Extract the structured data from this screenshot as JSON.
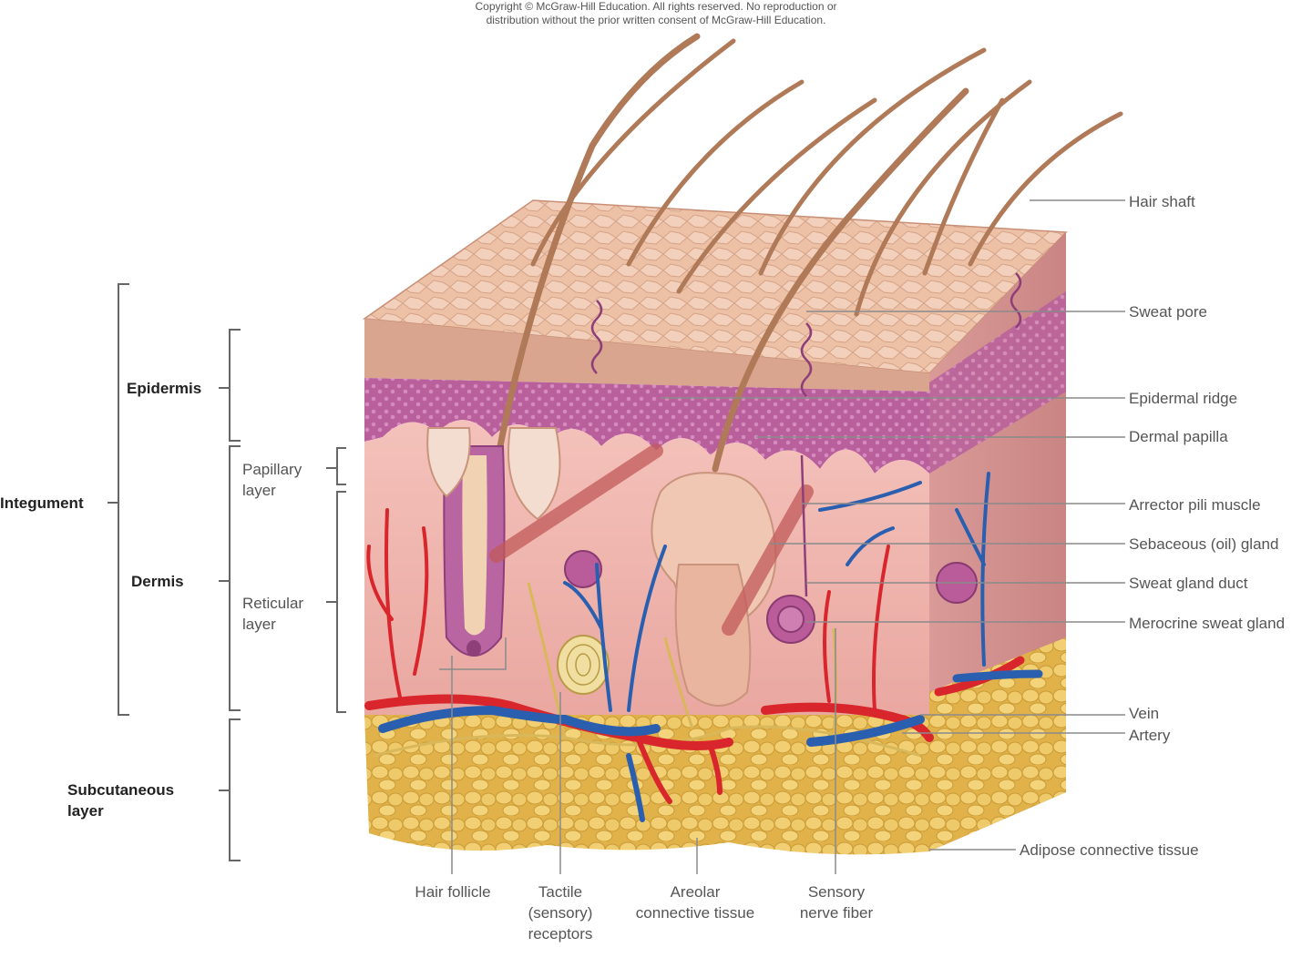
{
  "copyright": {
    "line1": "Copyright © McGraw-Hill Education.  All rights reserved. No reproduction or",
    "line2": "distribution without the prior written consent of McGraw-Hill Education."
  },
  "left_labels": {
    "integument": "Integument",
    "epidermis": "Epidermis",
    "dermis": "Dermis",
    "subcutaneous_1": "Subcutaneous",
    "subcutaneous_2": "layer",
    "papillary_1": "Papillary",
    "papillary_2": "layer",
    "reticular_1": "Reticular",
    "reticular_2": "layer"
  },
  "right_labels": {
    "hair_shaft": "Hair shaft",
    "sweat_pore": "Sweat pore",
    "epidermal_ridge": "Epidermal ridge",
    "dermal_papilla": "Dermal papilla",
    "arrector_pili": "Arrector pili muscle",
    "sebaceous_gland": "Sebaceous (oil) gland",
    "sweat_gland_duct": "Sweat gland duct",
    "merocrine_gland": "Merocrine sweat gland",
    "vein": "Vein",
    "artery": "Artery",
    "adipose": "Adipose connective tissue"
  },
  "bottom_labels": {
    "hair_follicle": "Hair follicle",
    "tactile_1": "Tactile",
    "tactile_2": "(sensory)",
    "tactile_3": "receptors",
    "areolar_1": "Areolar",
    "areolar_2": "connective tissue",
    "sensory_1": "Sensory",
    "sensory_2": "nerve fiber"
  },
  "colors": {
    "epidermis": "#d9a58e",
    "dermis": "#f0b8b0",
    "papillary": "#b85f9c",
    "fat": "#e8c25a",
    "artery": "#d8262c",
    "vein": "#2a5fb0",
    "leader": "#888888"
  }
}
